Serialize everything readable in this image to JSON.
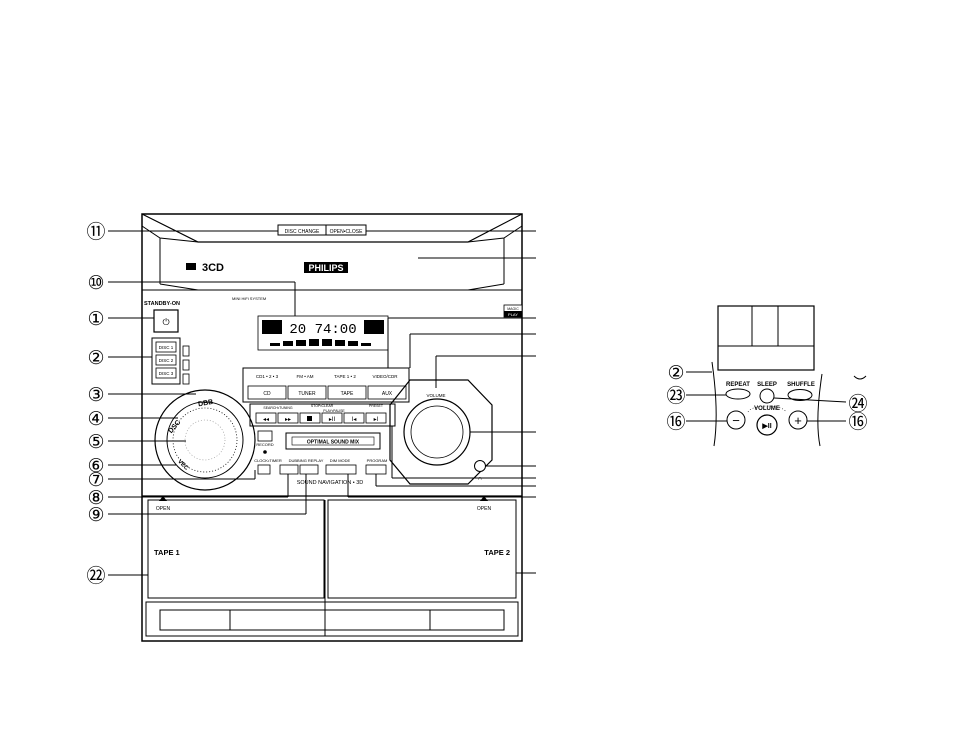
{
  "main_unit": {
    "top_buttons": {
      "disc_change": "DISC CHANGE",
      "open_close": "OPEN•CLOSE"
    },
    "logo_3cd": "3CD",
    "brand": "PHILIPS",
    "mini_system": "MINI HiFi SYSTEM",
    "standby": "STANDBY-ON",
    "disc_buttons": [
      "DISC 1",
      "DISC 2",
      "DISC 3"
    ],
    "display_time": "20 74:00",
    "magic_play": [
      "MAGIC",
      "PLAY"
    ],
    "source_labels": [
      "CD1 • 2 • 3",
      "FM • AM",
      "TAPE 1 • 2",
      "VIDEO/CDR"
    ],
    "source_buttons": [
      "CD",
      "TUNER",
      "TAPE",
      "AUX"
    ],
    "dbb": "DBB",
    "dsc": "DSC",
    "vec": "VEC",
    "nav_labels": [
      "SEARCH•TUNING",
      "STOP•CLEAR",
      "PLAY•PAUSE",
      "PRESET"
    ],
    "transport_icons": [
      "rewind-icon",
      "fast-forward-icon",
      "stop-icon",
      "play-pause-icon",
      "previous-icon",
      "next-icon"
    ],
    "optimal_sound_mix": "OPTIMAL SOUND MIX",
    "record": "RECORD",
    "clock_timer": "CLOCK•TIMER",
    "dubbing_replay": "DUBBING REPLAY",
    "dim_mode": "DIM MODE",
    "program": "PROGRAM",
    "sound_navigation": "SOUND NAVIGATION • 3D",
    "volume": "VOLUME",
    "open_left": "OPEN",
    "open_right": "OPEN",
    "tape1": "TAPE 1",
    "tape2": "TAPE 2",
    "callouts": [
      "⑪",
      "⑩",
      "①",
      "②",
      "③",
      "④",
      "⑤",
      "⑥",
      "⑦",
      "⑧",
      "⑨",
      "㉒"
    ]
  },
  "remote": {
    "repeat": "REPEAT",
    "sleep": "SLEEP",
    "shuffle": "SHUFFLE",
    "volume": "VOLUME",
    "minus": "−",
    "plus": "+",
    "play_pause": "▶II",
    "callouts": [
      "②",
      "㉓",
      "㉔",
      "⑯",
      "⑯"
    ]
  }
}
